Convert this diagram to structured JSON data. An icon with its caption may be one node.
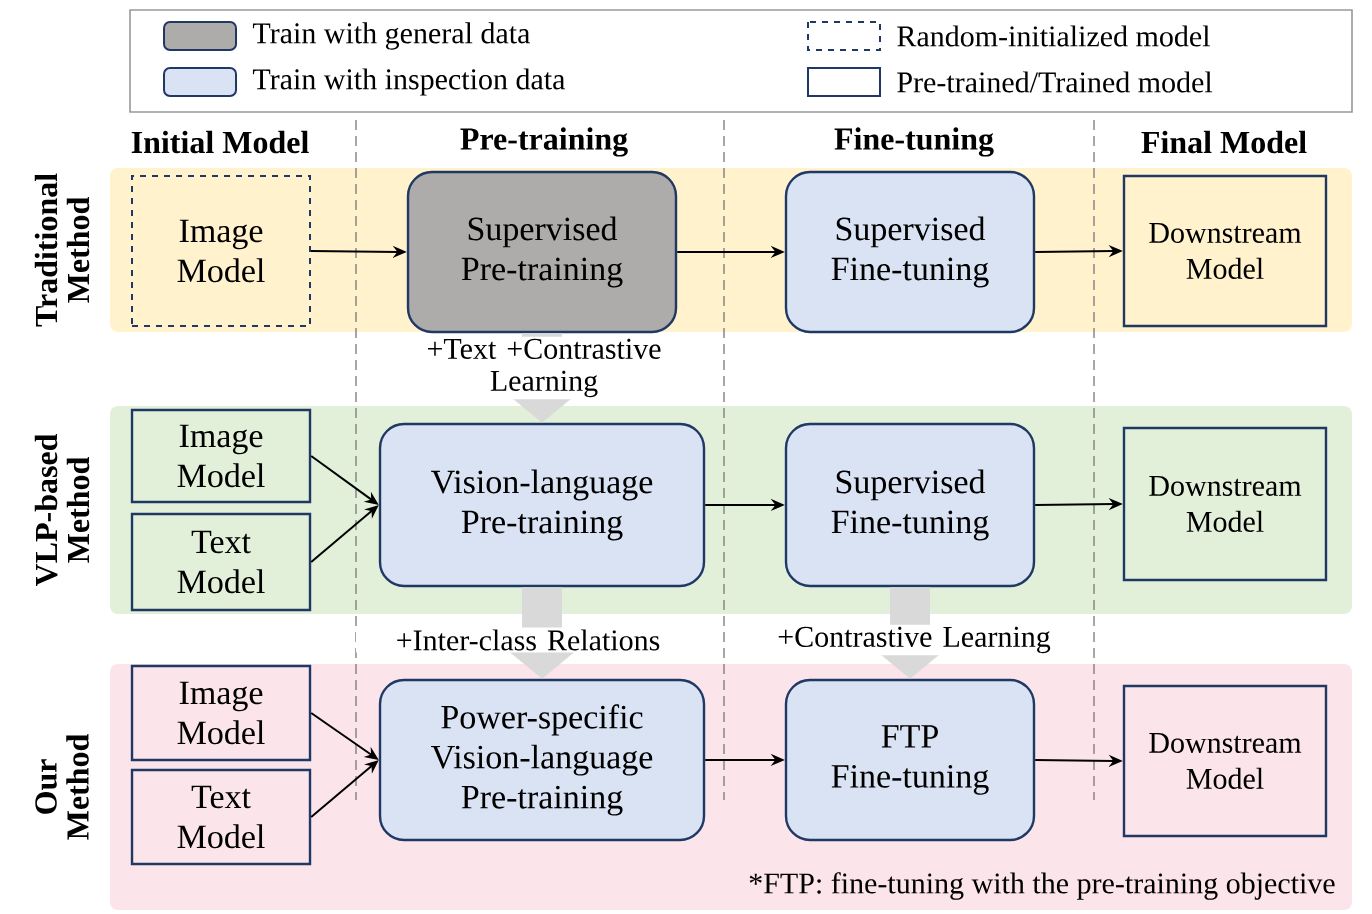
{
  "diagram": {
    "nodes": [
      {
        "text": [
          "Traditional Method"
        ]
      },
      {
        "text": [
          "Image Model"
        ],
        "in": 0
      },
      {
        "text": [
          "Supervised Pre-training"
        ],
        "in": 0
      },
      {
        "text": [
          "Supervised Fine-tuning"
        ],
        "in": 0
      },
      {
        "text": [
          "Downstream Model"
        ],
        "in": 0
      },
      {
        "text": [
          "VLP-based Method"
        ]
      },
      {
        "text": [
          "Image Model"
        ],
        "in": 5
      },
      {
        "text": [
          "Text Model"
        ],
        "in": 5
      },
      {
        "text": [
          "Vision-language Pre-training"
        ],
        "in": 5
      },
      {
        "text": [
          "Supervised Fine-tuning"
        ],
        "in": 5
      },
      {
        "text": [
          "Downstream Model"
        ],
        "in": 5
      },
      {
        "text": [
          "Our Method"
        ]
      },
      {
        "text": [
          "Image Model"
        ],
        "in": 11
      },
      {
        "text": [
          "Text Model"
        ],
        "in": 11
      },
      {
        "text": [
          "Power-specific Vision-language Pre-training"
        ],
        "in": 11
      },
      {
        "text": [
          "FTP Fine-tuning"
        ],
        "in": 11
      },
      {
        "text": [
          "Downstream Model"
        ],
        "in": 11
      }
    ],
    "edges": [
      {
        "from": 1,
        "to": 2,
        "arrow": "to"
      },
      {
        "from": 2,
        "to": 3,
        "arrow": "to"
      },
      {
        "from": 3,
        "to": 4,
        "arrow": "to"
      },
      {
        "from": 6,
        "to": 8,
        "arrow": "to"
      },
      {
        "from": 7,
        "to": 8,
        "arrow": "to"
      },
      {
        "from": 8,
        "to": 9,
        "arrow": "to"
      },
      {
        "from": 9,
        "to": 10,
        "arrow": "to"
      },
      {
        "from": 12,
        "to": 14,
        "arrow": "to"
      },
      {
        "from": 13,
        "to": 14,
        "arrow": "to"
      },
      {
        "from": 14,
        "to": 15,
        "arrow": "to"
      },
      {
        "from": 15,
        "to": 16,
        "arrow": "to"
      },
      {
        "from": 2,
        "to": 8,
        "arrow": "to",
        "label": "+Text +Contrastive Learning",
        "style": "thick",
        "color": "#d9d9d9"
      },
      {
        "from": 8,
        "to": 14,
        "arrow": "to",
        "label": "+Inter-class Relations",
        "style": "thick",
        "color": "#d9d9d9"
      },
      {
        "from": 9,
        "to": 15,
        "arrow": "to",
        "label": "+Contrastive Learning",
        "style": "thick",
        "color": "#d9d9d9"
      }
    ],
    "labels": [
      "Initial Model",
      "Pre-training",
      "Fine-tuning",
      "Final Model",
      "*FTP: fine-tuning with the pre-training objective"
    ],
    "legend": [
      {
        "text": "Train with general data",
        "color": "#aeabab"
      },
      {
        "text": "Train with inspection data",
        "color": "#dae3f3"
      },
      {
        "text": "Random-initialized model"
      },
      {
        "text": "Pre-trained/Trained model"
      }
    ]
  }
}
